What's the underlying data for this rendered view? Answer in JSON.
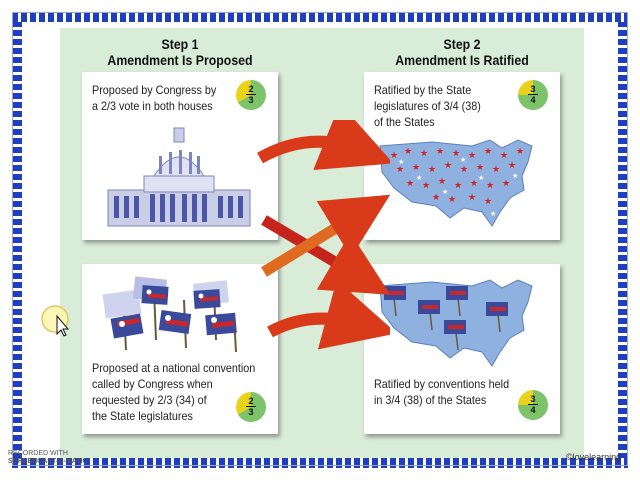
{
  "step1": {
    "label": "Step 1",
    "title": "Amendment Is Proposed"
  },
  "step2": {
    "label": "Step 2",
    "title": "Amendment Is Ratified"
  },
  "proposals": {
    "congress": {
      "line1": "Proposed by Congress by",
      "line2": "a 2/3 vote in both houses",
      "fraction": "2/3",
      "fraction_num": "2",
      "fraction_den": "3"
    },
    "convention": {
      "line1": "Proposed at a national convention",
      "line2": "called by Congress when",
      "line3": "requested by 2/3 (34) of",
      "line4": "the State legislatures",
      "fraction_num": "2",
      "fraction_den": "3"
    }
  },
  "ratifications": {
    "legislatures": {
      "line1": "Ratified by the State",
      "line2": "legislatures of 3/4 (38)",
      "line3": "of the States",
      "fraction_num": "3",
      "fraction_den": "4"
    },
    "conventions": {
      "line1": "Ratified by conventions held",
      "line2": "in 3/4 (38) of the States",
      "fraction_num": "3",
      "fraction_den": "4"
    }
  },
  "credit": "©lovelearning",
  "recorder": {
    "line1": "RECORDED WITH",
    "line2": "SCREENCAST-O-MATIC"
  },
  "colors": {
    "panel": "#d9ecd8",
    "map_blue": "#8fb1e0",
    "arrow_red": "#d93a1a",
    "pie_yellow": "#e8d21b",
    "pie_green": "#7cc36a",
    "border_blue": "#1f3fbf"
  },
  "icons": [
    "capitol-icon",
    "flags-icon",
    "us-map-stars-icon",
    "us-map-flags-icon",
    "cursor-icon"
  ]
}
